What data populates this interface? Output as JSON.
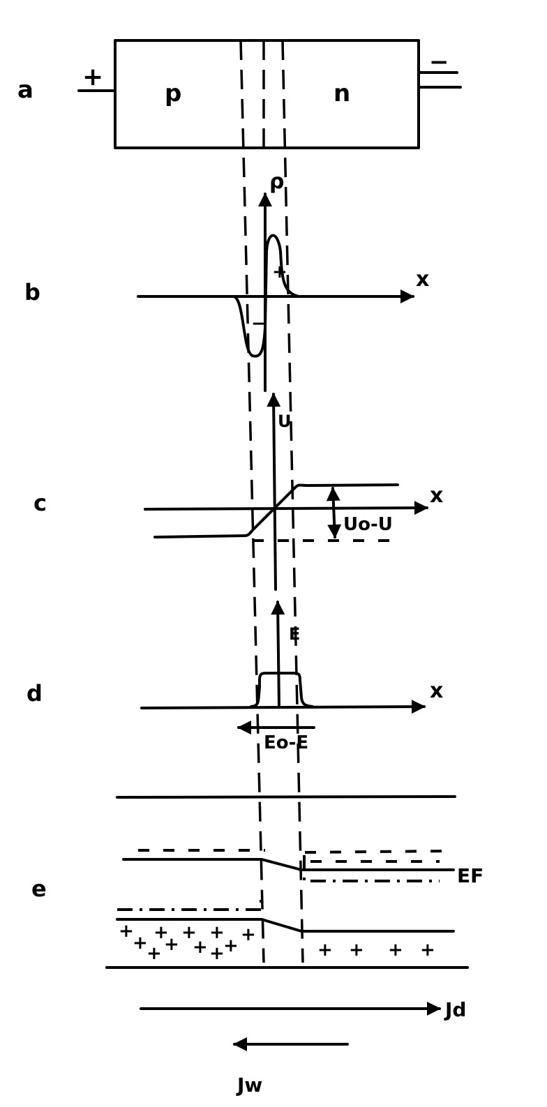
{
  "panels": {
    "a": {
      "label": "a",
      "p_region": "p",
      "n_region": "n",
      "plus_terminal": "+",
      "minus_terminal": "−"
    },
    "b": {
      "label": "b",
      "y_axis": "ρ",
      "x_axis": "x",
      "neg_charge": "−",
      "pos_charge": "+"
    },
    "c": {
      "label": "c",
      "y_axis": "U",
      "x_axis": "x",
      "barrier": "Uo-U"
    },
    "d": {
      "label": "d",
      "y_axis": "E",
      "x_axis": "x",
      "field": "Eo-E"
    },
    "e": {
      "label": "e",
      "fermi": "EF",
      "drift_current": "Jd",
      "diffusion_current": "Jw"
    }
  }
}
